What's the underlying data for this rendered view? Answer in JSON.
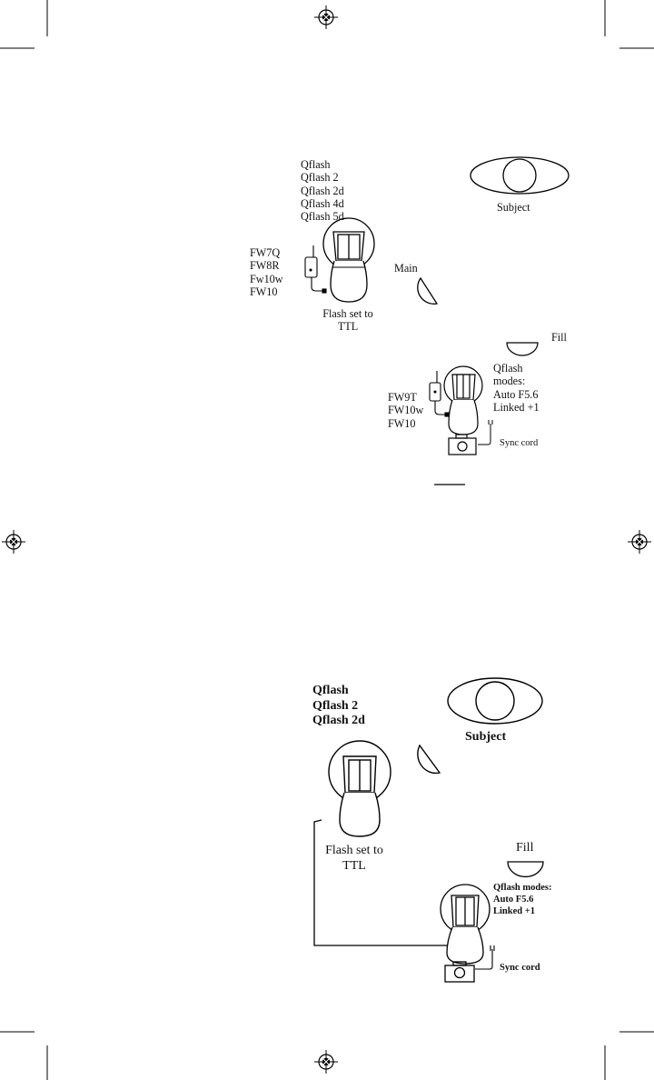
{
  "diagram1": {
    "models": [
      "Qflash",
      "Qflash 2",
      "Qflash 2d",
      "Qflash 4d",
      "Qflash 5d"
    ],
    "receivers": [
      "FW7Q",
      "FW8R",
      "Fw10w",
      "FW10"
    ],
    "flash_note": [
      "Flash set to",
      "TTL"
    ],
    "main_label": "Main",
    "subject_label": "Subject",
    "fill_label": "Fill",
    "fill_modes": [
      "Qflash",
      "modes:",
      "Auto F5.6",
      "Linked +1"
    ],
    "transmitters": [
      "FW9T",
      "FW10w",
      "FW10"
    ],
    "sync_label": "Sync cord"
  },
  "diagram2": {
    "models": [
      "Qflash",
      "Qflash 2",
      "Qflash 2d"
    ],
    "subject_label": "Subject",
    "flash_note": [
      "Flash set to",
      "TTL"
    ],
    "fill_label": "Fill",
    "fill_modes": [
      "Qflash modes:",
      "Auto F5.6",
      "Linked +1"
    ],
    "sync_label": "Sync cord"
  }
}
